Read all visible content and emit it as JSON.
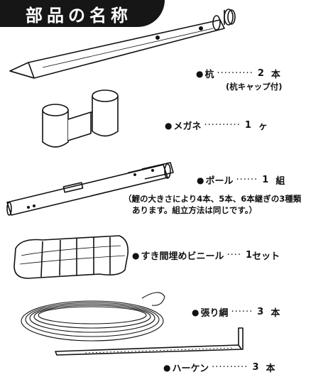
{
  "header": {
    "title": "部品の名称"
  },
  "parts": [
    {
      "name": "杭",
      "leader": "··········",
      "qty": "2",
      "unit": "本",
      "note": "(杭キャップ付)"
    },
    {
      "name": "メガネ",
      "leader": "··········",
      "qty": "1",
      "unit": "ヶ"
    },
    {
      "name": "ポール",
      "leader": "······",
      "qty": "1",
      "unit": "組",
      "note_lines": [
        "（鯉の大きさにより4本、5本、6本継ぎの3種類",
        "あります。組立方法は同じです。）"
      ]
    },
    {
      "name": "すき間埋めビニール",
      "leader": "····",
      "qty": "1",
      "unit": "セット"
    },
    {
      "name": "張り綱",
      "leader": "······",
      "qty": "3",
      "unit": "本"
    },
    {
      "name": "ハーケン",
      "leader": "··········",
      "qty": "3",
      "unit": "本"
    }
  ],
  "bullet": "●"
}
